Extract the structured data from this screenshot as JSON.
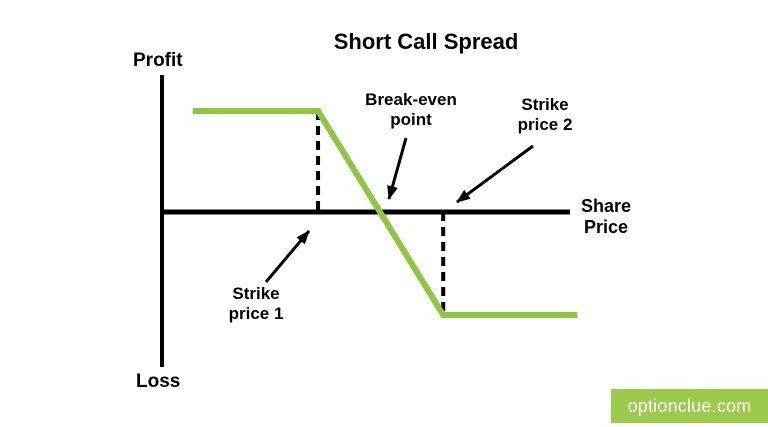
{
  "title": "Short Call Spread",
  "axis": {
    "profit_label": "Profit",
    "loss_label": "Loss",
    "x_label_line1": "Share",
    "x_label_line2": "Price"
  },
  "annotations": {
    "break_even_line1": "Break-even",
    "break_even_line2": "point",
    "strike2_line1": "Strike",
    "strike2_line2": "price 2",
    "strike1_line1": "Strike",
    "strike1_line2": "price 1"
  },
  "watermark": "optionclue.com",
  "colors": {
    "payoff_line": "#8dc63f",
    "axis_line": "#000000",
    "dash_line": "#000000",
    "arrow": "#000000",
    "watermark_bg": "#9ccb4b",
    "watermark_text": "#ffffff"
  },
  "chart_data": {
    "type": "line",
    "title": "Short Call Spread",
    "xlabel": "Share Price",
    "ylabel_top": "Profit",
    "ylabel_bottom": "Loss",
    "gridlines": false,
    "numeric_axes": false,
    "description": "Payoff diagram of a short call spread: payoff is flat at maximum profit below strike price 1, declines linearly between strike price 1 and strike price 2 crossing zero at the break-even point, and is flat at maximum loss above strike price 2. Y values are normalized (+1 = max profit level, -1 = max loss level); x values are normalized along the share-price axis.",
    "series": [
      {
        "name": "short-call-spread-payoff",
        "color": "#8dc63f",
        "points_normalized": [
          {
            "x": 0.078,
            "y": 1
          },
          {
            "x": 0.384,
            "y": 1
          },
          {
            "x": 0.69,
            "y": -1
          },
          {
            "x": 1.018,
            "y": -1
          }
        ]
      }
    ],
    "markers": [
      {
        "label": "Strike price 1",
        "x": 0.384,
        "dash_to_payoff": true
      },
      {
        "label": "Break-even point",
        "x": 0.54,
        "dash_to_payoff": false
      },
      {
        "label": "Strike price 2",
        "x": 0.69,
        "dash_to_payoff": true
      }
    ],
    "annotation_labels": [
      "Break-even point",
      "Strike price 1",
      "Strike price 2"
    ]
  }
}
